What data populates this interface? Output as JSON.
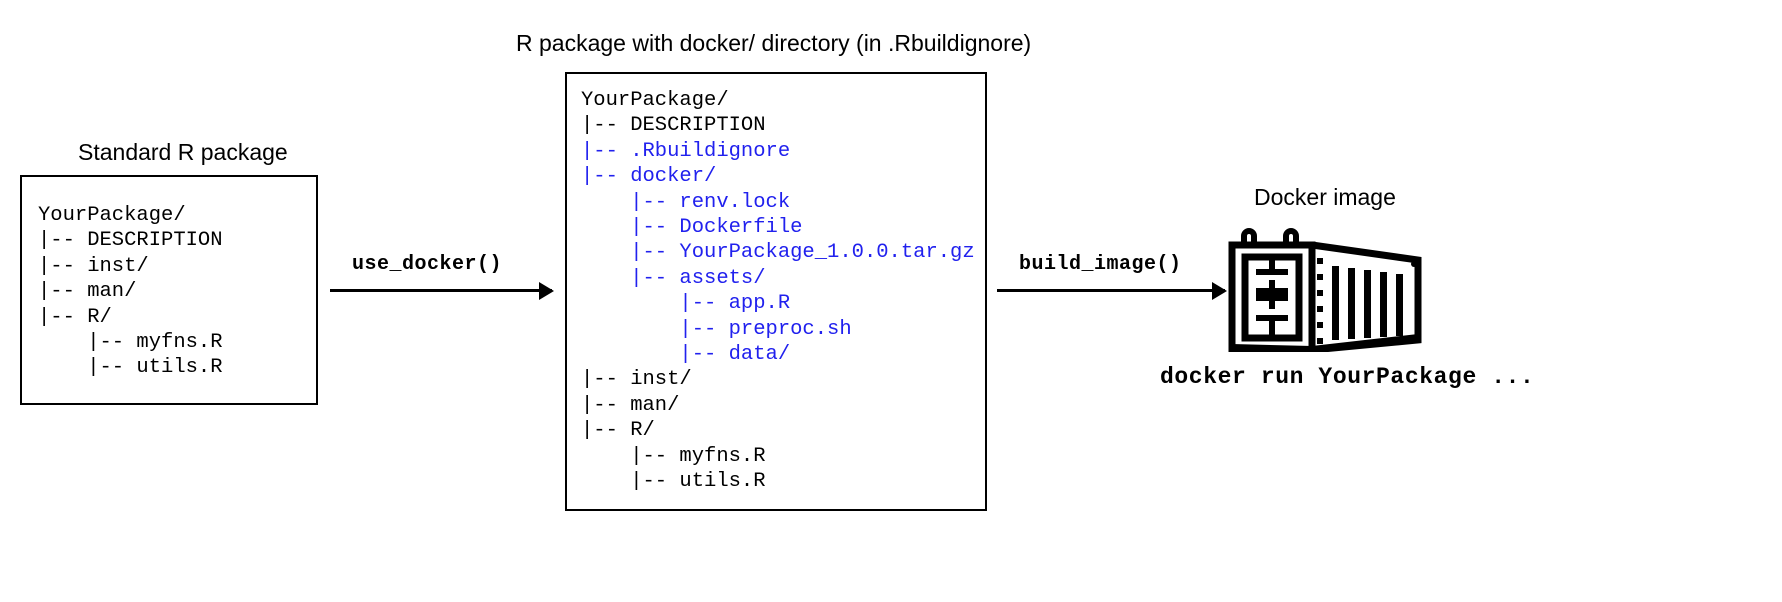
{
  "diagram": {
    "title_standard": "Standard R package",
    "title_docker_pkg": "R package with docker/ directory (in .Rbuildignore)",
    "title_docker_image": "Docker image",
    "arrow_label_1": "use_docker()",
    "arrow_label_2": "build_image()",
    "run_command": "docker run YourPackage ...",
    "colors": {
      "added_files": "#2121ee",
      "base": "#000000",
      "background": "#ffffff"
    }
  },
  "standard_tree": {
    "lines": [
      "YourPackage/",
      "|-- DESCRIPTION",
      "|-- inst/",
      "|-- man/",
      "|-- R/",
      "    |-- myfns.R",
      "    |-- utils.R"
    ]
  },
  "docker_tree": {
    "lines": [
      {
        "text": "YourPackage/",
        "color": "base"
      },
      {
        "text": "|-- DESCRIPTION",
        "color": "base"
      },
      {
        "text": "|-- .Rbuildignore",
        "color": "added"
      },
      {
        "text": "|-- docker/",
        "color": "added"
      },
      {
        "text": "    |-- renv.lock",
        "color": "added"
      },
      {
        "text": "    |-- Dockerfile",
        "color": "added"
      },
      {
        "text": "    |-- YourPackage_1.0.0.tar.gz",
        "color": "added"
      },
      {
        "text": "    |-- assets/",
        "color": "added"
      },
      {
        "text": "        |-- app.R",
        "color": "added"
      },
      {
        "text": "        |-- preproc.sh",
        "color": "added"
      },
      {
        "text": "        |-- data/",
        "color": "added"
      },
      {
        "text": "|-- inst/",
        "color": "base"
      },
      {
        "text": "|-- man/",
        "color": "base"
      },
      {
        "text": "|-- R/",
        "color": "base"
      },
      {
        "text": "    |-- myfns.R",
        "color": "base"
      },
      {
        "text": "    |-- utils.R",
        "color": "base"
      }
    ]
  },
  "icons": {
    "container": "docker-container-icon",
    "arrow_right": "arrow-right-icon"
  }
}
